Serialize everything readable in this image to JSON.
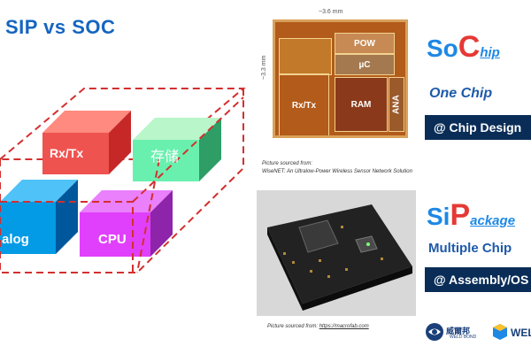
{
  "slide": {
    "title": "SIP  vs  SOC"
  },
  "boxes": {
    "rx_tx": {
      "label": "Rx/Tx",
      "color": "#ef5350"
    },
    "storage": {
      "label": "存储",
      "color": "#69f0ae"
    },
    "analog": {
      "label": "alog",
      "color": "#039be5"
    },
    "cpu": {
      "label": "CPU",
      "color": "#e040fb"
    }
  },
  "die": {
    "dim_top": "~3.6 mm",
    "dim_left": "~3.3 mm",
    "blocks": {
      "pow": "POW",
      "uc": "µC",
      "rxtx": "Rx/Tx",
      "ram": "RAM",
      "ana": "ANA"
    }
  },
  "soc": {
    "prefix": "So",
    "big": "C",
    "suffix": "hip",
    "subtitle": "One Chip",
    "banner": "@ Chip Design"
  },
  "source1": {
    "line1": "Picture sourced from:",
    "line2": "WiseNET: An Ultralow-Power Wireless Sensor Network Solution"
  },
  "sip": {
    "prefix": "Si",
    "big": "P",
    "suffix": "ackage",
    "subtitle": "Multiple Chip",
    "banner": "@ Assembly/OS"
  },
  "source2": {
    "label": "Picture sourced from:  ",
    "link": "https://macrofab.com"
  },
  "logos": {
    "weldbond_cn": "威爾邦",
    "weldbond_en": "WELD BOND",
    "second": "WEL"
  },
  "colors": {
    "title_blue": "#1565c0",
    "accent_red": "#e53935",
    "banner_navy": "#0a2d57",
    "dashed_red": "#d32f2f"
  }
}
